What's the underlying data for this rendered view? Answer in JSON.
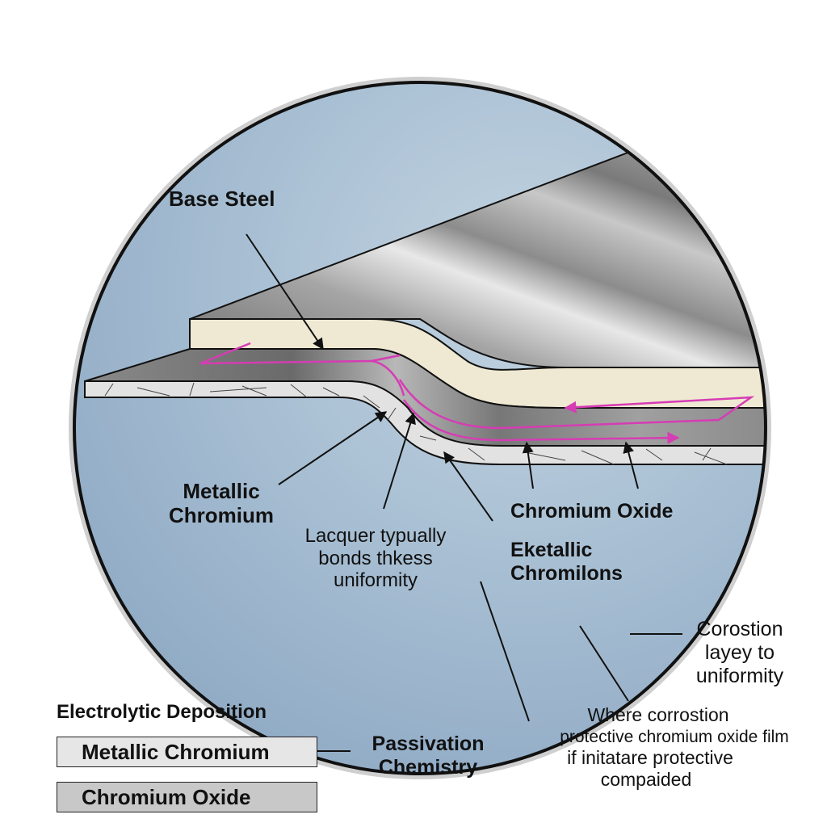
{
  "diagram": {
    "title_labels": {
      "base_steel": "Base Steel",
      "metallic_chromium": [
        "Metallic",
        "Chromium"
      ],
      "lacquer_note": [
        "Lacquer typually",
        "bonds thkess",
        "uniformity"
      ],
      "chromium_oxide": "Chromium Oxide",
      "eketallic_chromilons": [
        "Eketallic",
        "Chromilons"
      ],
      "corrosion_layer_note": [
        "Corostion",
        "layey to",
        "uniformity"
      ],
      "where_corrosion_note": [
        "Where corrostion",
        "protective chromium oxide film",
        "if initatare protective",
        "compaided"
      ]
    },
    "legend": {
      "heading": "Electrolytic Deposition",
      "items": [
        {
          "label": "Metallic Chromium",
          "color": "#e6e6e6"
        },
        {
          "label": "Chromium Oxide",
          "color": "#c8c8c8"
        }
      ],
      "side_label": [
        "Passivation",
        "Chemistry"
      ]
    },
    "colors": {
      "background_circle": "#a7bdd2",
      "lacquer_layer": "#efe8d2",
      "steel": "#9a9a9a",
      "oxide_layer": "#e0e0e0",
      "flow_arrows": "#d63cb4",
      "outline": "#1a1a1a"
    }
  }
}
